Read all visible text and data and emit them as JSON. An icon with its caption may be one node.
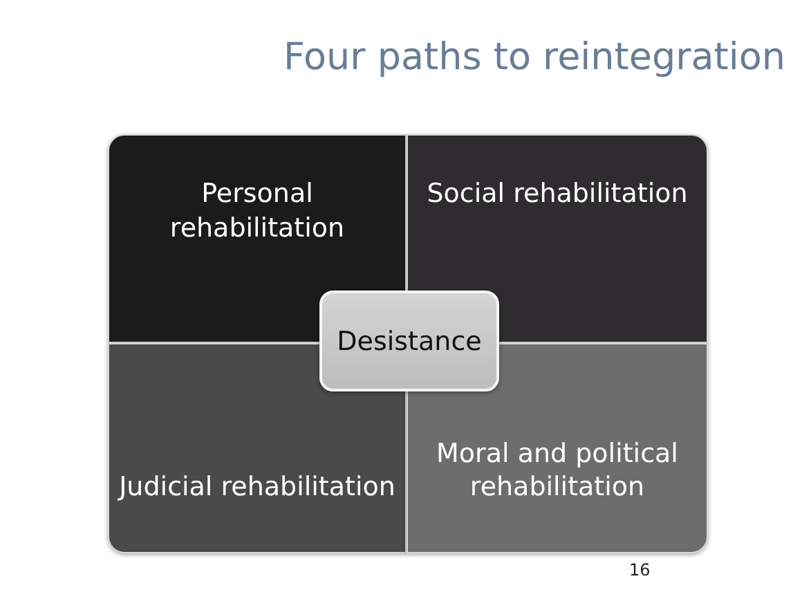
{
  "diagram": {
    "title": "Four paths to reintegration",
    "nodes": [
      {
        "text": [
          "Personal rehabilitation"
        ]
      },
      {
        "text": [
          "Social rehabilitation"
        ]
      },
      {
        "text": [
          "Judicial rehabilitation"
        ]
      },
      {
        "text": [
          "Moral and political rehabilitation"
        ]
      },
      {
        "text": [
          "Desistance"
        ]
      }
    ],
    "edges": [],
    "labels": [
      "16"
    ]
  }
}
